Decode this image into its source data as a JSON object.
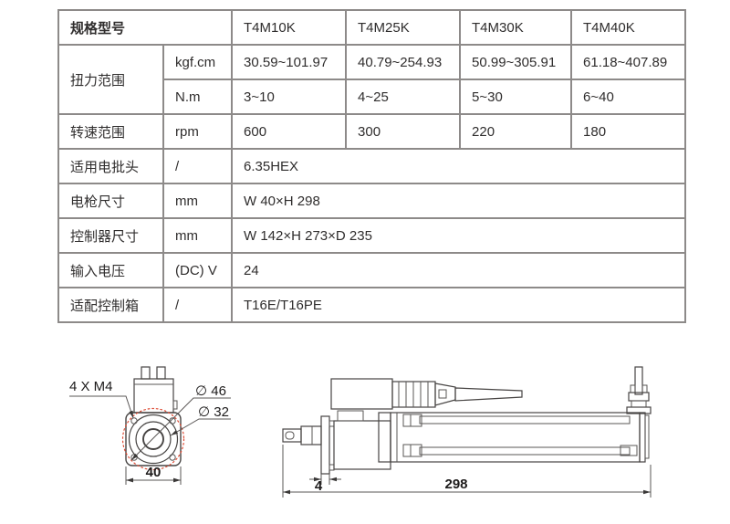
{
  "spec_table": {
    "header_label": "规格型号",
    "models": [
      "T4M10K",
      "T4M25K",
      "T4M30K",
      "T4M40K"
    ],
    "torque": {
      "label": "扭力范围",
      "rows": [
        {
          "unit": "kgf.cm",
          "values": [
            "30.59~101.97",
            "40.79~254.93",
            "50.99~305.91",
            "61.18~407.89"
          ]
        },
        {
          "unit": "N.m",
          "values": [
            "3~10",
            "4~25",
            "5~30",
            "6~40"
          ]
        }
      ]
    },
    "speed": {
      "label": "转速范围",
      "unit": "rpm",
      "values": [
        "600",
        "300",
        "220",
        "180"
      ]
    },
    "bit_type": {
      "label": "适用电批头",
      "unit": "/",
      "value": "6.35HEX"
    },
    "driver_size": {
      "label": "电枪尺寸",
      "unit": "mm",
      "value": "W 40×H 298"
    },
    "controller_size": {
      "label": "控制器尺寸",
      "unit": "mm",
      "value": "W 142×H 273×D 235"
    },
    "input_voltage": {
      "label": "输入电压",
      "unit": "(DC) V",
      "value": "24"
    },
    "control_box": {
      "label": "适配控制箱",
      "unit": "/",
      "value": "T16E/T16PE"
    }
  },
  "front_view": {
    "screw_callout": "4 X M4",
    "dia_outer_label": "∅ 46",
    "dia_inner_label": "∅ 32",
    "width_dim": "40"
  },
  "side_view": {
    "flange_dim": "4",
    "length_dim": "298"
  },
  "colors": {
    "table_border": "#8d8a89",
    "drawing_line": "#474443",
    "bolt_circle_dashed": "#dd4a33",
    "text": "#2f2d2d"
  }
}
